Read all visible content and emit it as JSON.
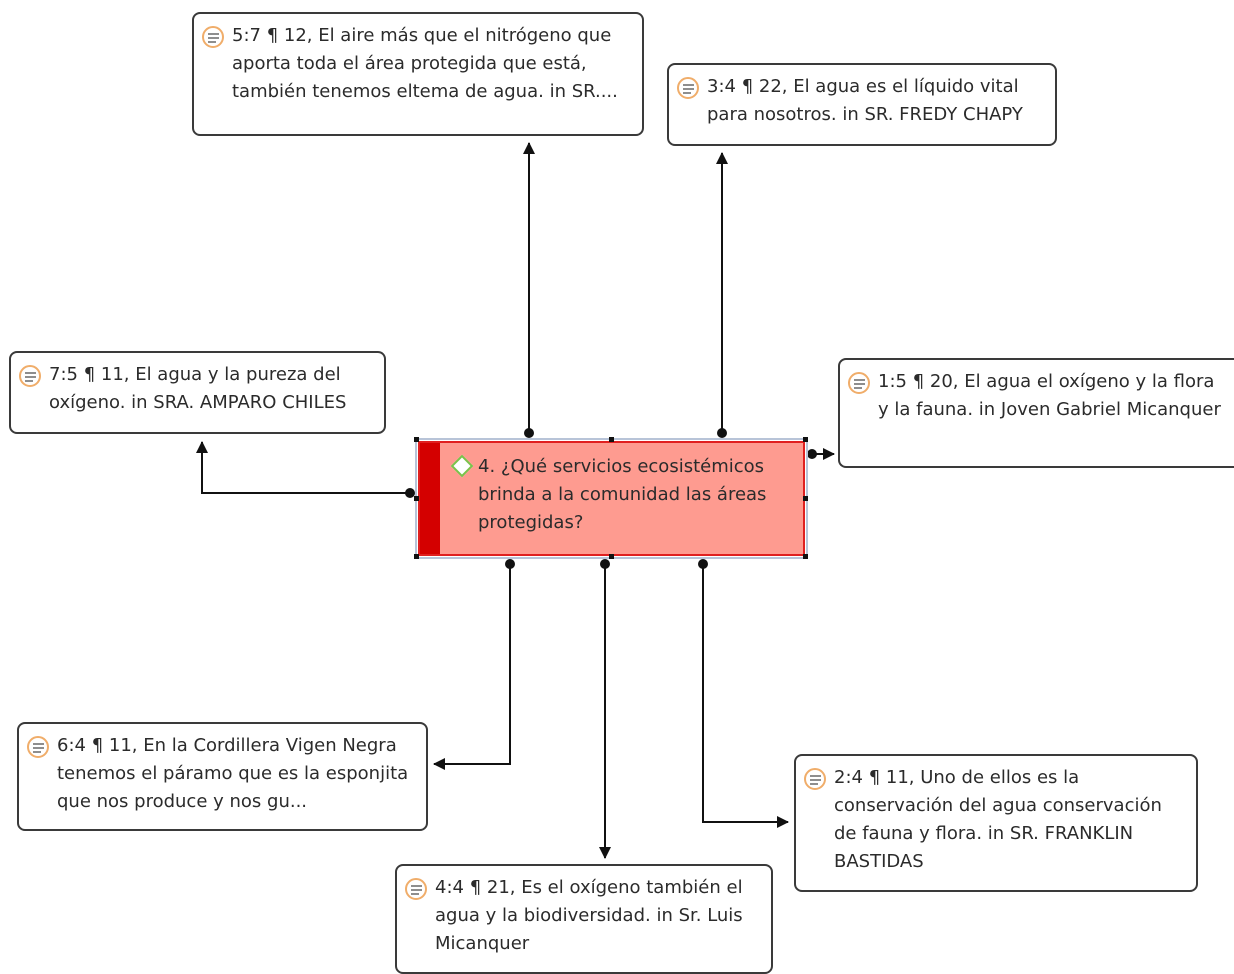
{
  "code": {
    "text": "4. ¿Qué servicios ecosistémicos brinda a la comunidad las áreas protegidas?",
    "fill_color": "#fe9b90",
    "bar_color": "#d40000",
    "icon": "code-diamond-icon"
  },
  "quotes": [
    {
      "id": "q-5-7",
      "text": "5:7 ¶ 12, El aire más que el nitrógeno que aporta toda el área protegida que está, también tenemos eltema de agua. in SR...."
    },
    {
      "id": "q-3-4",
      "text": "3:4 ¶ 22, El agua es el líquido vital para nosotros. in SR. FREDY CHAPY"
    },
    {
      "id": "q-7-5",
      "text": "7:5 ¶ 11, El agua y la pureza del oxígeno. in SRA. AMPARO CHILES"
    },
    {
      "id": "q-1-5",
      "text": "1:5 ¶ 20, El agua el oxígeno y la flora y la fauna. in Joven Gabriel Micanquer"
    },
    {
      "id": "q-6-4",
      "text": "6:4 ¶ 11, En la Cordillera Vigen Negra tenemos el páramo que es la esponjita que nos produce y nos gu..."
    },
    {
      "id": "q-2-4",
      "text": "2:4 ¶ 11, Uno de ellos es la conservación del agua conservación de fauna y  flora. in SR. FRANKLIN BASTIDAS"
    },
    {
      "id": "q-4-4",
      "text": "4:4 ¶ 21, Es el oxígeno también el agua y la biodiversidad. in Sr. Luis Micanquer"
    }
  ],
  "icons": {
    "quote": "document-quote-icon"
  }
}
